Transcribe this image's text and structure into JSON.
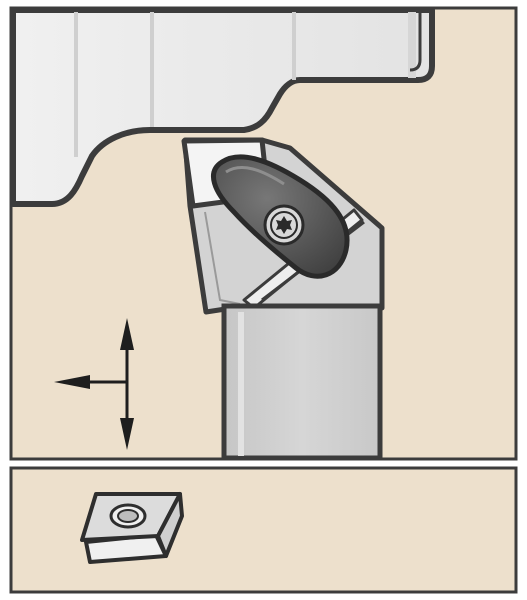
{
  "colors": {
    "background": "#ede0cc",
    "frame": "#3c3c3c",
    "workpiece_light": "#eaeaea",
    "workpiece_mid": "#d9d9d9",
    "holder_gray": "#d2d2d2",
    "clamp_dark": "#4a4a4a",
    "insert_white": "#f4f4f4",
    "arrow": "#1e1e1e"
  },
  "icons": {
    "main_panel": "turning-tool-holder",
    "workpiece": "workpiece",
    "insert_in_holder": "square-insert",
    "clamp": "clamp-lever",
    "screw": "torx-screw",
    "feed_arrows": "feed-direction-arrows",
    "insert_detail": "square-insert-perspective"
  }
}
